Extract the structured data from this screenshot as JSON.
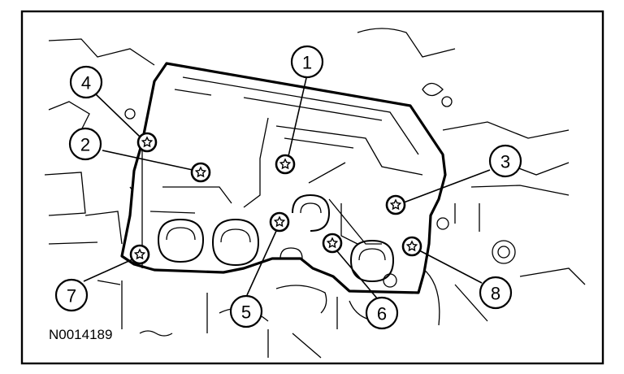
{
  "figure": {
    "id_label": "N0014189"
  },
  "callouts": [
    {
      "label": "1"
    },
    {
      "label": "2"
    },
    {
      "label": "3"
    },
    {
      "label": "4"
    },
    {
      "label": "5"
    },
    {
      "label": "6"
    },
    {
      "label": "7"
    },
    {
      "label": "8"
    }
  ],
  "bolts": [
    "bolt-1",
    "bolt-2",
    "bolt-3",
    "bolt-4",
    "bolt-5",
    "bolt-6",
    "bolt-7",
    "bolt-8"
  ],
  "colors": {
    "line": "#000000",
    "background": "#ffffff"
  }
}
